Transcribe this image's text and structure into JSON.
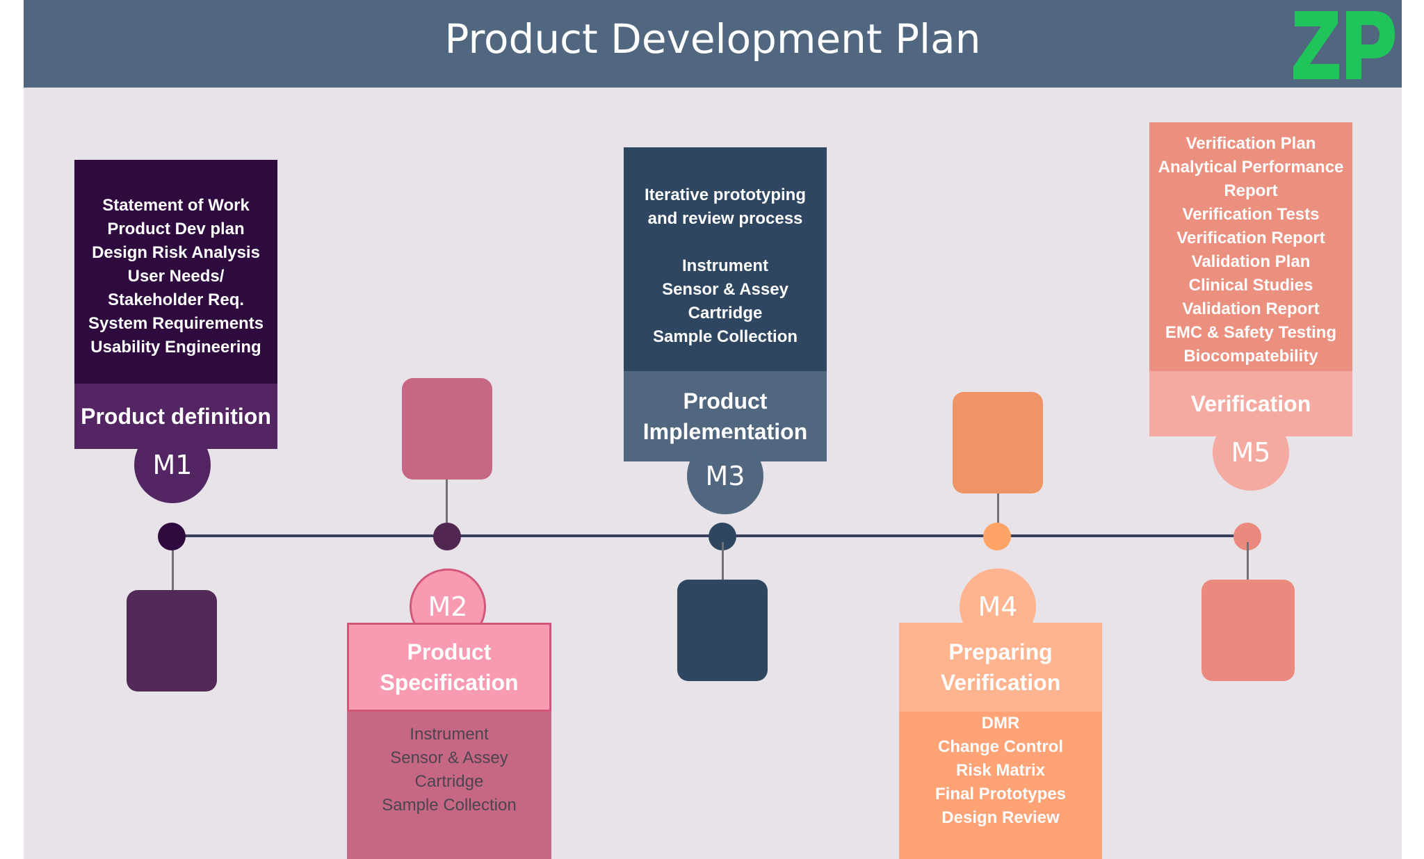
{
  "title": "Product Development Plan",
  "logo": {
    "icon": "zp-logo-icon",
    "text": "ZP",
    "color": "#1fc55a"
  },
  "colors": {
    "background": "#e8e3e8",
    "header": "#516780",
    "timeline": "#3a3f5c"
  },
  "phases": [
    {
      "id": "m1",
      "milestone": "M1",
      "title": [
        "Product definition"
      ],
      "items": [
        "Statement of Work",
        "Product Dev plan",
        "Design Risk Analysis",
        "User Needs/",
        "Stakeholder Req.",
        "System Requirements",
        "Usability Engineering"
      ],
      "colors": {
        "body": "#2e0a3e",
        "title": "#542563",
        "dot": "#2e0a3e",
        "tile": "#532a57",
        "text": "#ffffff"
      }
    },
    {
      "id": "m2",
      "milestone": "M2",
      "title": [
        "Product",
        "Specification"
      ],
      "items": [
        "Instrument",
        "Sensor & Assey",
        "Cartridge",
        "Sample Collection"
      ],
      "colors": {
        "body": "#c66784",
        "title": "#f89bb2",
        "dot": "#512650",
        "tile": "#c66784",
        "text": "#ffffff",
        "body_text": "#4c4450"
      }
    },
    {
      "id": "m3",
      "milestone": "M3",
      "title": [
        "Product",
        "Implementation"
      ],
      "items": [
        "Iterative prototyping",
        "and review process",
        "",
        "Instrument",
        "Sensor & Assey",
        "Cartridge",
        "Sample Collection"
      ],
      "colors": {
        "body": "#2f4660",
        "title": "#516780",
        "dot": "#2f4660",
        "tile": "#2f4660",
        "text": "#ffffff"
      }
    },
    {
      "id": "m4",
      "milestone": "M4",
      "title": [
        "Preparing",
        "Verification"
      ],
      "items": [
        "DMR",
        "Change Control",
        "Risk Matrix",
        "Final Prototypes",
        "Design Review"
      ],
      "colors": {
        "body": "#ffa275",
        "title": "#ffb38f",
        "dot": "#ffa366",
        "tile": "#ef9466",
        "text": "#ffffff"
      }
    },
    {
      "id": "m5",
      "milestone": "M5",
      "title": [
        "Verification"
      ],
      "items": [
        "Verification Plan",
        "Analytical Performance",
        "Report",
        "Verification Tests",
        "Verification Report",
        "Validation Plan",
        "Clinical Studies",
        "Validation Report",
        "EMC & Safety Testing",
        "Biocompatebility"
      ],
      "colors": {
        "body": "#eb8f7e",
        "title": "#f4aaa0",
        "dot": "#ea8a7e",
        "tile": "#ea8a7e",
        "text": "#ffffff"
      }
    }
  ]
}
